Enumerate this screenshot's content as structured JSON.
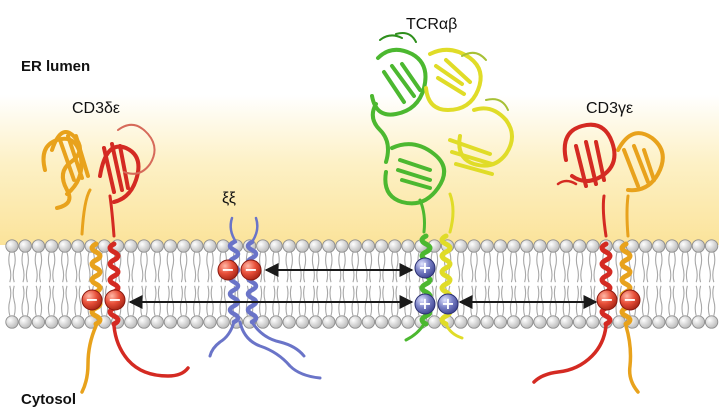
{
  "regions": {
    "lumen": "ER lumen",
    "cytosol": "Cytosol"
  },
  "complexes": {
    "cd3de": "CD3δε",
    "zeta": "ξξ",
    "tcr": "TCRαβ",
    "cd3ge": "CD3γε"
  },
  "charges": {
    "negative": "−",
    "positive": "+"
  },
  "colors": {
    "lumen_gradient": "#fbe39a",
    "lipid_head": "#d3d3d3",
    "negative_charge": "#e8503a",
    "positive_charge": "#7b82c7",
    "cd3_delta": "#e8a21c",
    "cd3_epsilon": "#d42a22",
    "zeta_chain": "#6a74c8",
    "tcr_alpha": "#4cb830",
    "tcr_beta": "#e0dc28",
    "arrow": "#1a1a1a"
  },
  "icons": {
    "charge": "circle-with-sign",
    "arrow": "double-headed-arrow"
  }
}
